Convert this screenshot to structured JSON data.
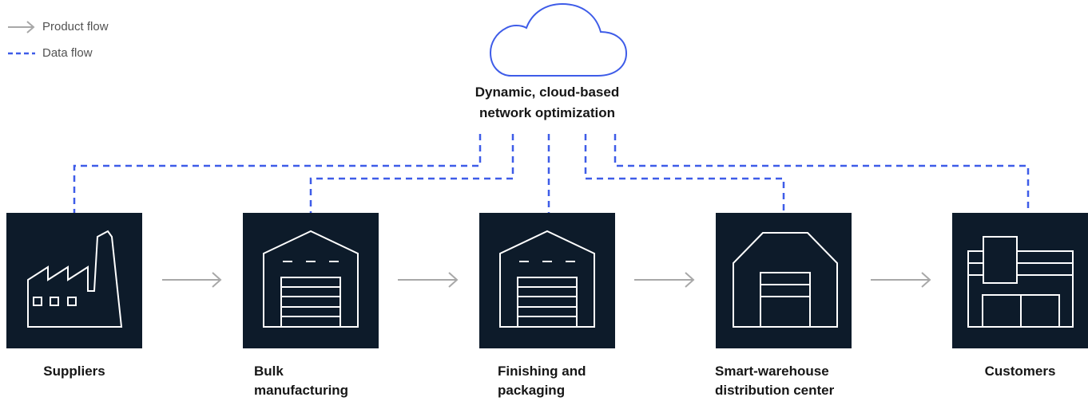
{
  "legend": {
    "product_flow": "Product flow",
    "data_flow": "Data flow"
  },
  "cloud": {
    "line1": "Dynamic, cloud-based",
    "line2": "network optimization"
  },
  "nodes": [
    {
      "line1": "Suppliers",
      "line2": "",
      "icon": "factory-icon"
    },
    {
      "line1": "Bulk",
      "line2": "manufacturing",
      "icon": "warehouse-icon"
    },
    {
      "line1": "Finishing and",
      "line2": "packaging",
      "icon": "warehouse-icon"
    },
    {
      "line1": "Smart-warehouse",
      "line2": "distribution center",
      "icon": "smart-warehouse-icon"
    },
    {
      "line1": "Customers",
      "line2": "",
      "icon": "storefront-icon"
    }
  ],
  "colors": {
    "tile": "#0d1b2a",
    "data_flow": "#3e5ce8",
    "product_flow": "#a8a8a8",
    "cloud_stroke": "#3e5ce8"
  }
}
